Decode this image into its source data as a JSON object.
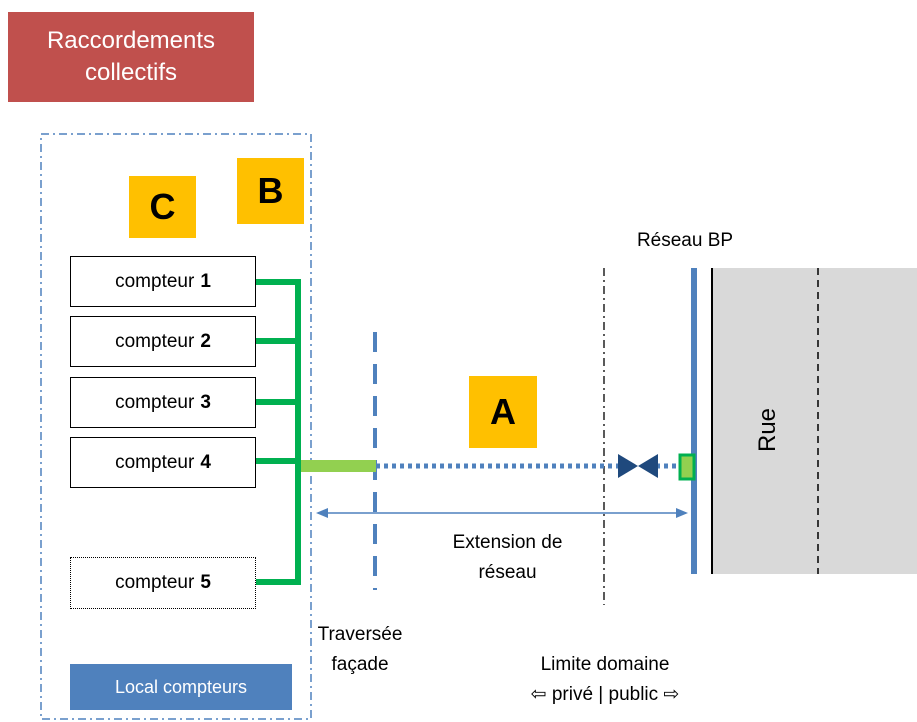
{
  "title": {
    "line1": "Raccordements",
    "line2": "collectifs"
  },
  "zones": {
    "a": "A",
    "b": "B",
    "c": "C"
  },
  "meters": [
    {
      "label": "compteur",
      "num": "1"
    },
    {
      "label": "compteur",
      "num": "2"
    },
    {
      "label": "compteur",
      "num": "3"
    },
    {
      "label": "compteur",
      "num": "4"
    },
    {
      "label": "compteur",
      "num": "5"
    }
  ],
  "local_compteurs": "Local compteurs",
  "reseau_bp": "Réseau BP",
  "extension": {
    "line1": "Extension de",
    "line2": "réseau"
  },
  "traversee": {
    "line1": "Traversée",
    "line2": "façade"
  },
  "limite": {
    "line1": "Limite domaine",
    "line2": "⇦ privé | public ⇨"
  },
  "rue": "Rue",
  "colors": {
    "title_bg": "#c0504d",
    "zone_bg": "#ffc000",
    "pipe_green": "#00b050",
    "network_blue": "#4f81bd",
    "road_gray": "#d9d9d9",
    "valve": "#1f497d"
  }
}
